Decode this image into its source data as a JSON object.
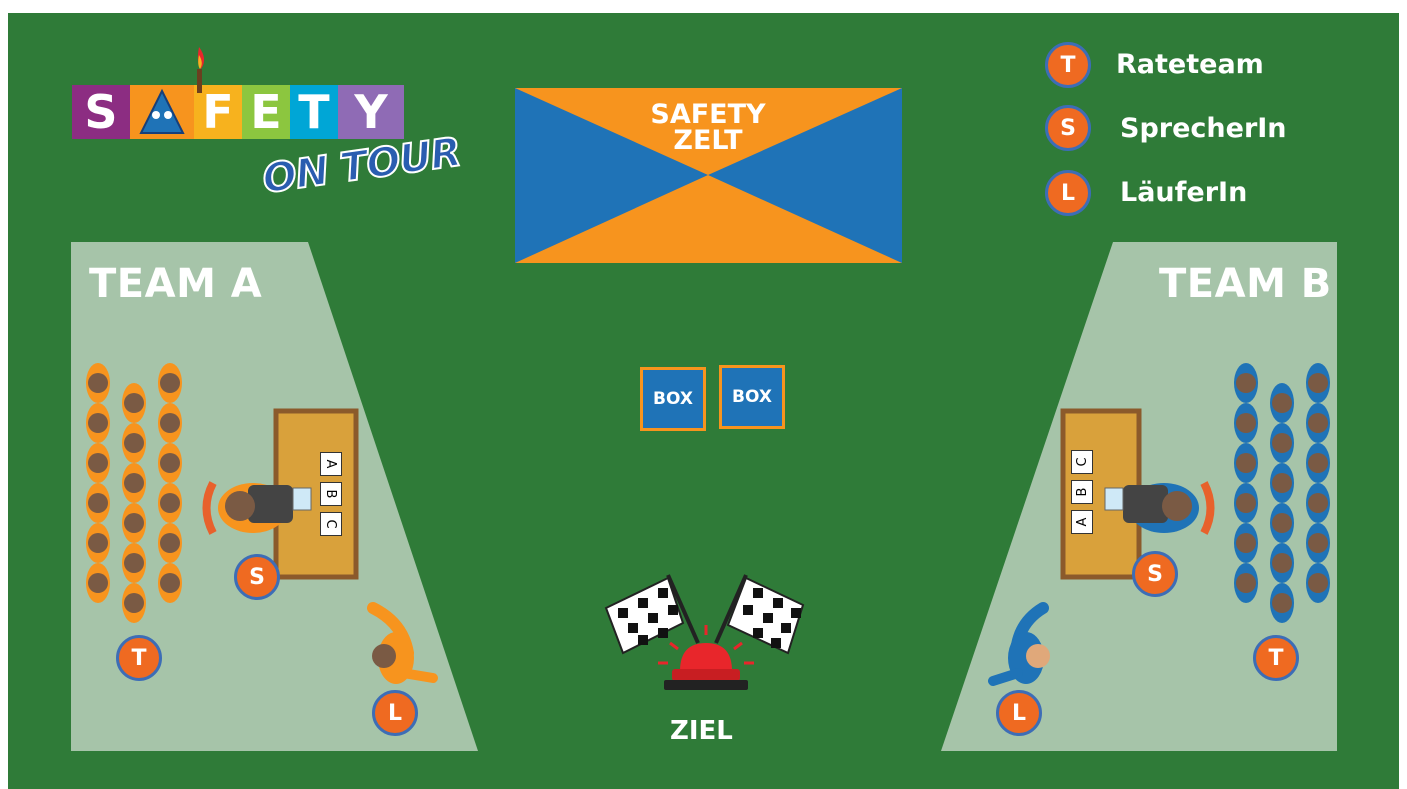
{
  "logo": {
    "letters": [
      "S",
      "A",
      "F",
      "E",
      "T",
      "Y"
    ],
    "subtitle": "ON TOUR",
    "colors": [
      "#8c2d82",
      "#1f73b7",
      "#f7941e",
      "#8cc63f",
      "#00a6d6",
      "#8f6bb5"
    ]
  },
  "tent": {
    "line1": "SAFETY",
    "line2": "ZELT",
    "colors": [
      "#1f73b7",
      "#f7941e"
    ]
  },
  "legend": [
    {
      "letter": "T",
      "label": "Rateteam"
    },
    {
      "letter": "S",
      "label": "SprecherIn"
    },
    {
      "letter": "L",
      "label": "LäuferIn"
    }
  ],
  "team_a": {
    "title": "TEAM A",
    "color": "#f7941e",
    "cards": [
      "A",
      "B",
      "C"
    ],
    "roles": [
      "S",
      "T",
      "L"
    ]
  },
  "team_b": {
    "title": "TEAM B",
    "color": "#1f73b7",
    "cards": [
      "A",
      "B",
      "C"
    ],
    "roles": [
      "S",
      "T",
      "L"
    ]
  },
  "boxes": [
    "BOX",
    "BOX"
  ],
  "finish": {
    "label": "ZIEL",
    "siren_color": "#e8262b"
  },
  "colors": {
    "field": "#2f7b38",
    "role_circle": "#ef6a21",
    "role_border": "#3d6db6",
    "zone": "#cfdccf"
  }
}
